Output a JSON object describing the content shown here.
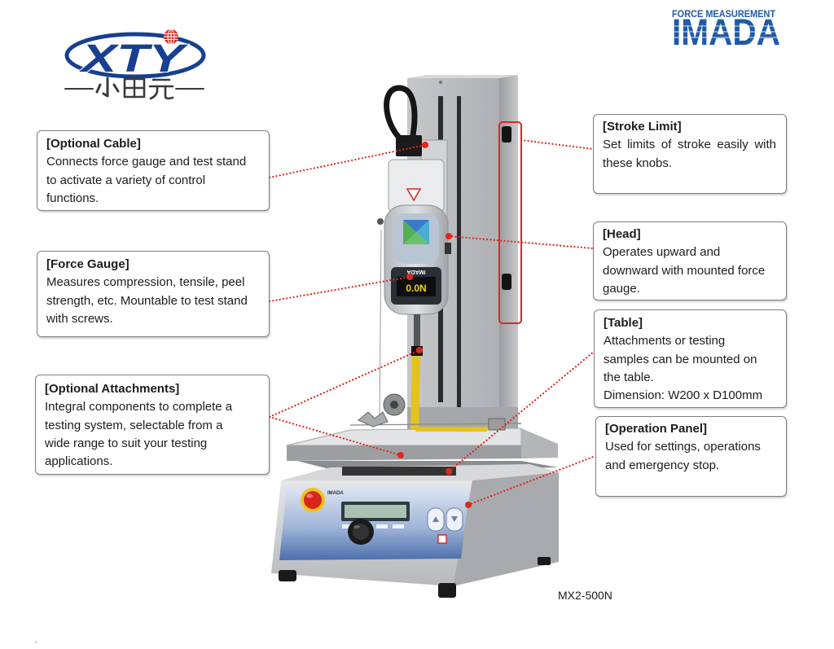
{
  "logos": {
    "xty": {
      "wordmark": "XTY",
      "chinese_name": "小田元"
    },
    "imada": {
      "tagline": "FORCE MEASUREMENT",
      "wordmark": "IMADA"
    }
  },
  "colors": {
    "leader_line": "#e1261c",
    "xty_blue": "#173f92",
    "imada_blue": "#1f5aa8",
    "box_border": "#7e7e7e"
  },
  "callouts": {
    "optional_cable": {
      "title": "[Optional Cable]",
      "lines": [
        "Connects force gauge and test stand",
        "to activate a variety of control",
        "functions."
      ]
    },
    "force_gauge": {
      "title": "[Force Gauge]",
      "lines": [
        "Measures compression, tensile, peel",
        "strength, etc. Mountable to test stand",
        "with screws."
      ]
    },
    "optional_attachments": {
      "title": "[Optional Attachments]",
      "lines": [
        "Integral components to complete a",
        "testing system, selectable from a",
        "wide range to suit your testing",
        "applications."
      ]
    },
    "stroke_limit": {
      "title": "[Stroke Limit]",
      "lines": [
        "Set limits of stroke easily with",
        "these knobs."
      ]
    },
    "head": {
      "title": "[Head]",
      "lines": [
        "Operates upward and",
        "downward with mounted force",
        "gauge."
      ]
    },
    "table": {
      "title": "[Table]",
      "lines": [
        "Attachments or testing",
        "samples can be mounted on",
        "the table.",
        "Dimension: W200 x D100mm"
      ]
    },
    "operation_panel": {
      "title": "[Operation Panel]",
      "lines": [
        "Used for settings, operations",
        "and emergency stop."
      ]
    }
  },
  "product": {
    "model": "MX2-500N",
    "gauge_reading": "0.0N",
    "gauge_brand": "IMADA",
    "panel_brand": "IMADA"
  },
  "footer_mark": "-"
}
